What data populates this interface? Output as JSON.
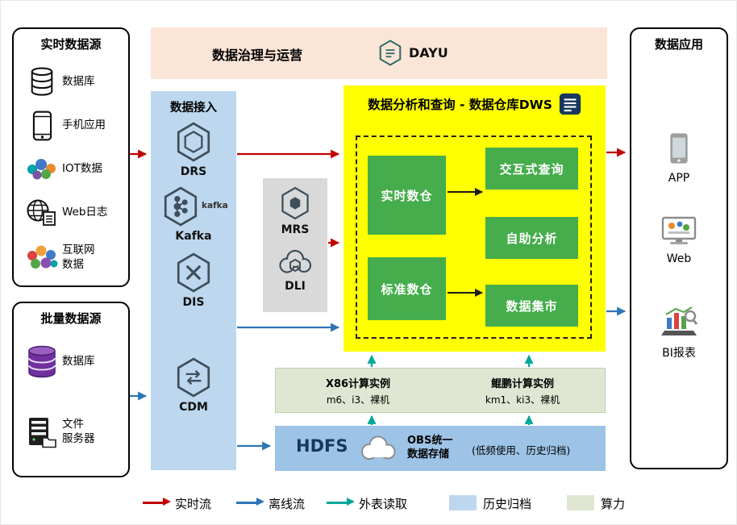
{
  "colors": {
    "realtime_flow": "#c00000",
    "offline_flow": "#2e75b6",
    "external_read": "#00a79a",
    "history_archive": "#bdd7ee",
    "compute_power": "#dfe6d2",
    "module_green": "#45ad4b",
    "dws_yellow": "#ffff00",
    "ingestion_blue": "#bdd7ee",
    "governance_peach": "#fbe5d6",
    "middleware_gray": "#d9d9d9"
  },
  "governance": {
    "title": "数据治理与运营",
    "product": "DAYU"
  },
  "realtime_sources": {
    "title": "实时数据源",
    "items": [
      {
        "label": "数据库",
        "icon": "database-icon"
      },
      {
        "label": "手机应用",
        "icon": "mobile-app-icon"
      },
      {
        "label": "IOT数据",
        "icon": "iot-icon"
      },
      {
        "label": "Web日志",
        "icon": "web-log-icon"
      },
      {
        "label": "互联网\n数据",
        "icon": "internet-data-icon"
      }
    ]
  },
  "batch_sources": {
    "title": "批量数据源",
    "items": [
      {
        "label": "数据库",
        "icon": "purple-database-icon"
      },
      {
        "label": "文件\n服务器",
        "icon": "file-server-icon"
      }
    ]
  },
  "ingestion": {
    "title": "数据接入",
    "items": [
      {
        "label": "DRS"
      },
      {
        "label": "Kafka",
        "wordmark": "kafka"
      },
      {
        "label": "DIS"
      },
      {
        "label": "CDM"
      }
    ]
  },
  "middleware": {
    "items": [
      {
        "label": "MRS"
      },
      {
        "label": "DLI"
      }
    ]
  },
  "dws": {
    "title": "数据分析和查询 - 数据仓库DWS",
    "modules": {
      "realtime_dw": "实时数仓",
      "standard_dw": "标准数仓",
      "interactive_query": "交互式查询",
      "self_service_analysis": "自助分析",
      "data_mart": "数据集市"
    }
  },
  "compute": {
    "x86": {
      "title": "X86计算实例",
      "spec": "m6、i3、裸机"
    },
    "kunpeng": {
      "title": "鲲鹏计算实例",
      "spec": "km1、ki3、裸机"
    }
  },
  "storage": {
    "hdfs": "HDFS",
    "obs": "OBS统一\n数据存储",
    "note": "(低频使用、历史归档)"
  },
  "applications": {
    "title": "数据应用",
    "items": [
      {
        "label": "APP",
        "icon": "app-icon"
      },
      {
        "label": "Web",
        "icon": "web-browser-icon"
      },
      {
        "label": "BI报表",
        "icon": "bi-report-icon"
      }
    ]
  },
  "legend": {
    "items": [
      {
        "label": "实时流",
        "type": "arrow",
        "color": "#c00000"
      },
      {
        "label": "离线流",
        "type": "arrow",
        "color": "#2e75b6"
      },
      {
        "label": "外表读取",
        "type": "arrow",
        "color": "#00a79a"
      },
      {
        "label": "历史归档",
        "type": "swatch",
        "color": "#bdd7ee"
      },
      {
        "label": "算力",
        "type": "swatch",
        "color": "#dfe6d2"
      }
    ]
  }
}
